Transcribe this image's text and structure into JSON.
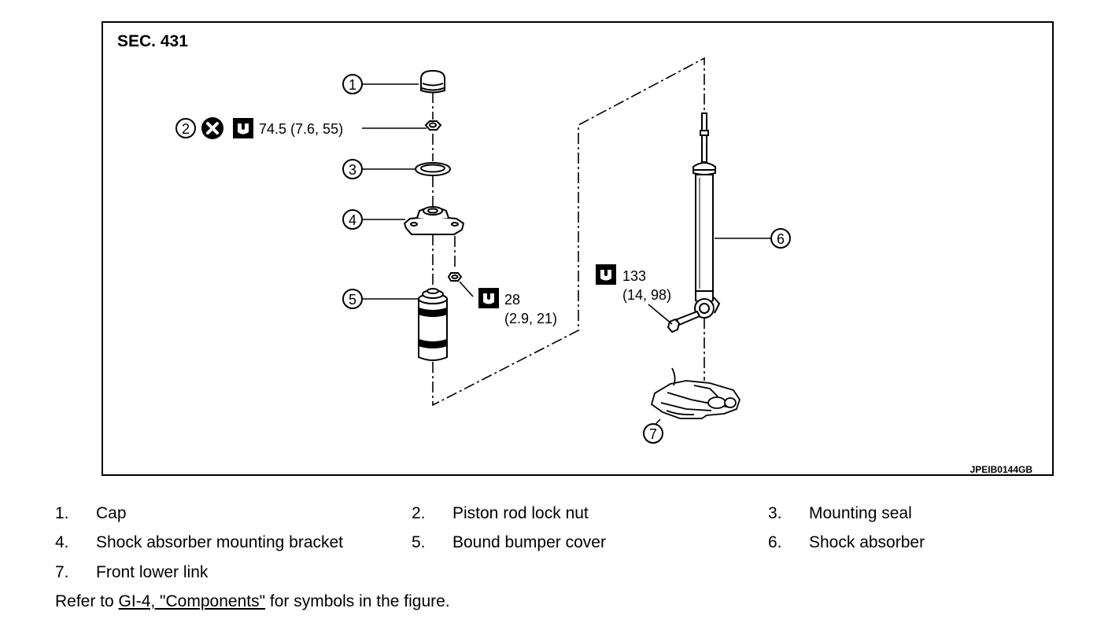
{
  "figure": {
    "section": "SEC. 431",
    "code": "JPEIB0144GB",
    "callouts": [
      "1",
      "2",
      "3",
      "4",
      "5",
      "6",
      "7"
    ],
    "torques": {
      "nut": "74.5 (7.6, 55)",
      "bracket_a": "28",
      "bracket_b": "(2.9, 21)",
      "bolt_a": "133",
      "bolt_b": "(14, 98)"
    }
  },
  "legend": [
    {
      "num": "1.",
      "text": "Cap"
    },
    {
      "num": "2.",
      "text": "Piston rod lock nut"
    },
    {
      "num": "3.",
      "text": "Mounting seal"
    },
    {
      "num": "4.",
      "text": "Shock absorber mounting bracket"
    },
    {
      "num": "5.",
      "text": "Bound bumper cover"
    },
    {
      "num": "6.",
      "text": "Shock absorber"
    },
    {
      "num": "7.",
      "text": "Front lower link"
    }
  ],
  "reference": {
    "prefix": "Refer to ",
    "link": "GI-4, \"Components\"",
    "suffix": " for symbols in the figure."
  }
}
